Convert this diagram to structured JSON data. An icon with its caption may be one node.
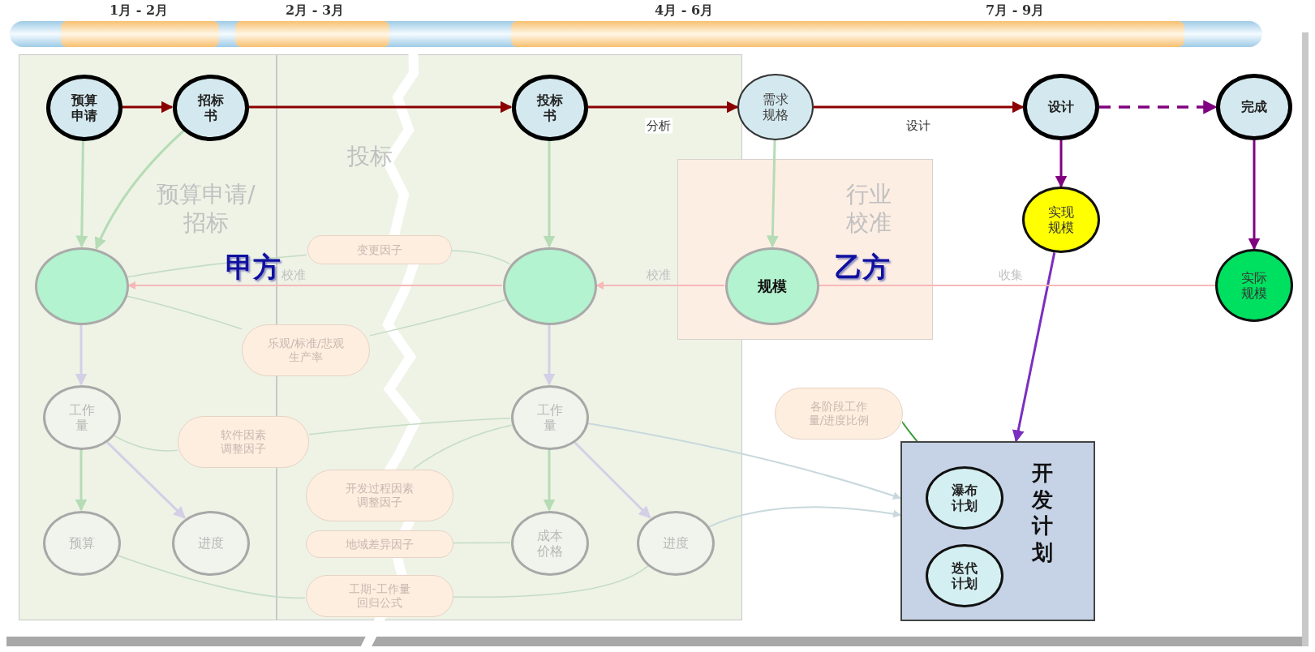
{
  "diagram": {
    "nodes": [
      {
        "text": [
          "预算申请/招标"
        ]
      },
      {
        "text": [
          "投标"
        ]
      },
      {
        "text": [
          "行业校准"
        ]
      },
      {
        "text": [
          "预算申请"
        ],
        "in": 0
      },
      {
        "text": [
          "招标书"
        ],
        "in": 0
      },
      {
        "text": [
          "投标书"
        ],
        "in": 1
      },
      {
        "text": [
          "需求规格"
        ]
      },
      {
        "text": [
          "设计"
        ]
      },
      {
        "text": [
          "完成"
        ]
      },
      {
        "text": [],
        "shape": "circle",
        "in": 0
      },
      {
        "text": [
          "变更因子"
        ],
        "in": 1
      },
      {
        "text": [],
        "shape": "circle",
        "in": 1
      },
      {
        "text": [
          "规模"
        ],
        "in": 2
      },
      {
        "text": [
          "实现规模"
        ]
      },
      {
        "text": [
          "实际规模"
        ]
      },
      {
        "text": [
          "乐观/标准/悲观生产率"
        ]
      },
      {
        "text": [
          "工作量"
        ],
        "in": 0
      },
      {
        "text": [
          "工作量"
        ],
        "in": 1
      },
      {
        "text": [
          "软件因素调整因子"
        ]
      },
      {
        "text": [
          "各阶段工作量/进度比例"
        ]
      },
      {
        "text": [
          "开发过程因素调整因子"
        ],
        "in": 1
      },
      {
        "text": [
          "开发计划"
        ]
      },
      {
        "text": [
          "瀑布计划"
        ],
        "in": 21
      },
      {
        "text": [
          "预算"
        ],
        "in": 0
      },
      {
        "text": [
          "进度"
        ],
        "in": 0
      },
      {
        "text": [
          "地域差异因子"
        ],
        "in": 1
      },
      {
        "text": [
          "成本价格"
        ],
        "in": 1
      },
      {
        "text": [
          "进度"
        ],
        "in": 1
      },
      {
        "text": [
          "迭代计划"
        ],
        "in": 21
      },
      {
        "text": [
          "工期-工作量回归公式"
        ],
        "in": 1
      }
    ],
    "edges": [
      {
        "from": 3,
        "to": 4,
        "arrow": "to",
        "color": "#8b0000"
      },
      {
        "from": 4,
        "to": 5,
        "arrow": "to",
        "color": "#8b0000"
      },
      {
        "from": 5,
        "to": 6,
        "arrow": "to",
        "label": "分析",
        "color": "#8b0000"
      },
      {
        "from": 6,
        "to": 7,
        "arrow": "to",
        "label": "设计",
        "color": "#8b0000"
      },
      {
        "from": 7,
        "to": 8,
        "arrow": "to",
        "style": "dashed",
        "color": "#800080"
      },
      {
        "from": 3,
        "to": 9,
        "arrow": "to",
        "color": "#b5dcb5"
      },
      {
        "from": 4,
        "to": 9,
        "arrow": "to",
        "color": "#b5dcb5"
      },
      {
        "from": 5,
        "to": 11,
        "arrow": "to",
        "color": "#b5dcb5"
      },
      {
        "from": 6,
        "to": 12,
        "arrow": "to",
        "color": "#b5dcb5"
      },
      {
        "from": 7,
        "to": 13,
        "arrow": "to",
        "color": "#800080"
      },
      {
        "from": 8,
        "to": 14,
        "arrow": "to",
        "color": "#800080"
      },
      {
        "from": 13,
        "to": 21,
        "arrow": "to",
        "color": "#7b2fbe"
      },
      {
        "from": 14,
        "to": 12,
        "arrow": "none",
        "label": "收集",
        "color": "#f7b8b8"
      },
      {
        "from": 12,
        "to": 11,
        "arrow": "to",
        "label": "校准",
        "color": "#f7b8b8"
      },
      {
        "from": 11,
        "to": 9,
        "arrow": "to",
        "label": "校准",
        "color": "#f7b8b8"
      },
      {
        "from": 10,
        "to": 9,
        "arrow": "none"
      },
      {
        "from": 10,
        "to": 11,
        "arrow": "none"
      },
      {
        "from": 15,
        "to": 9,
        "arrow": "none"
      },
      {
        "from": 15,
        "to": 11,
        "arrow": "none"
      },
      {
        "from": 9,
        "to": 16,
        "arrow": "to",
        "color": "#d4cfe6"
      },
      {
        "from": 11,
        "to": 17,
        "arrow": "to",
        "color": "#d4cfe6"
      },
      {
        "from": 16,
        "to": 23,
        "arrow": "to",
        "color": "#b5dcb5"
      },
      {
        "from": 16,
        "to": 24,
        "arrow": "to",
        "color": "#d4cfe6"
      },
      {
        "from": 17,
        "to": 26,
        "arrow": "to",
        "color": "#b5dcb5"
      },
      {
        "from": 17,
        "to": 27,
        "arrow": "to",
        "color": "#d4cfe6"
      },
      {
        "from": 18,
        "to": 16,
        "arrow": "none"
      },
      {
        "from": 18,
        "to": 17,
        "arrow": "none"
      },
      {
        "from": 20,
        "to": 17,
        "arrow": "none"
      },
      {
        "from": 25,
        "to": 26,
        "arrow": "none"
      },
      {
        "from": 29,
        "to": 23,
        "arrow": "none"
      },
      {
        "from": 29,
        "to": 27,
        "arrow": "none"
      },
      {
        "from": 17,
        "to": 21,
        "arrow": "to",
        "color": "#c8d8dc"
      },
      {
        "from": 27,
        "to": 21,
        "arrow": "to",
        "color": "#c8d8dc"
      },
      {
        "from": 19,
        "to": 22,
        "arrow": "none",
        "color": "#3a9a3a"
      }
    ],
    "labels": [
      "1月 - 2月",
      "2月 - 3月",
      "4月 - 6月",
      "7月 - 9月",
      "甲方",
      "乙方"
    ]
  }
}
